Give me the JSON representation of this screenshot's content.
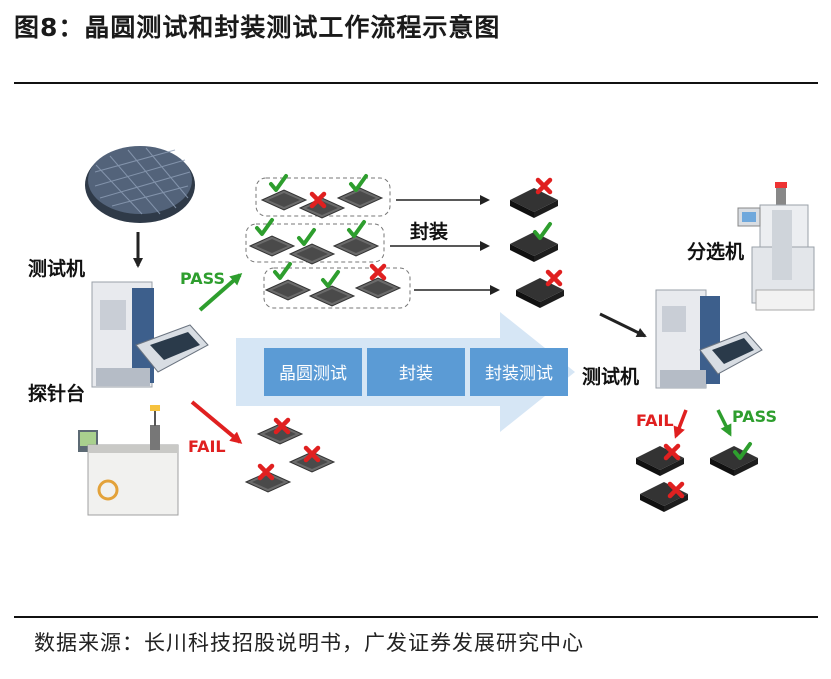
{
  "figure_title": "图8：晶圆测试和封装测试工作流程示意图",
  "labels": {
    "tester_left": "测试机",
    "prober": "探针台",
    "pass_left": "PASS",
    "fail_left": "FAIL",
    "packaging": "封装",
    "sorter": "分选机",
    "tester_right": "测试机",
    "fail_right": "FAIL",
    "pass_right": "PASS"
  },
  "process_steps": [
    "晶圆测试",
    "封装",
    "封装测试"
  ],
  "source": "数据来源：长川科技招股说明书，广发证券发展研究中心",
  "colors": {
    "step_band": "#5b9bd5",
    "arrow_band": "#d6e6f5",
    "pass": "#2e9e2e",
    "fail": "#e02020",
    "chip": "#2b2b2b"
  }
}
